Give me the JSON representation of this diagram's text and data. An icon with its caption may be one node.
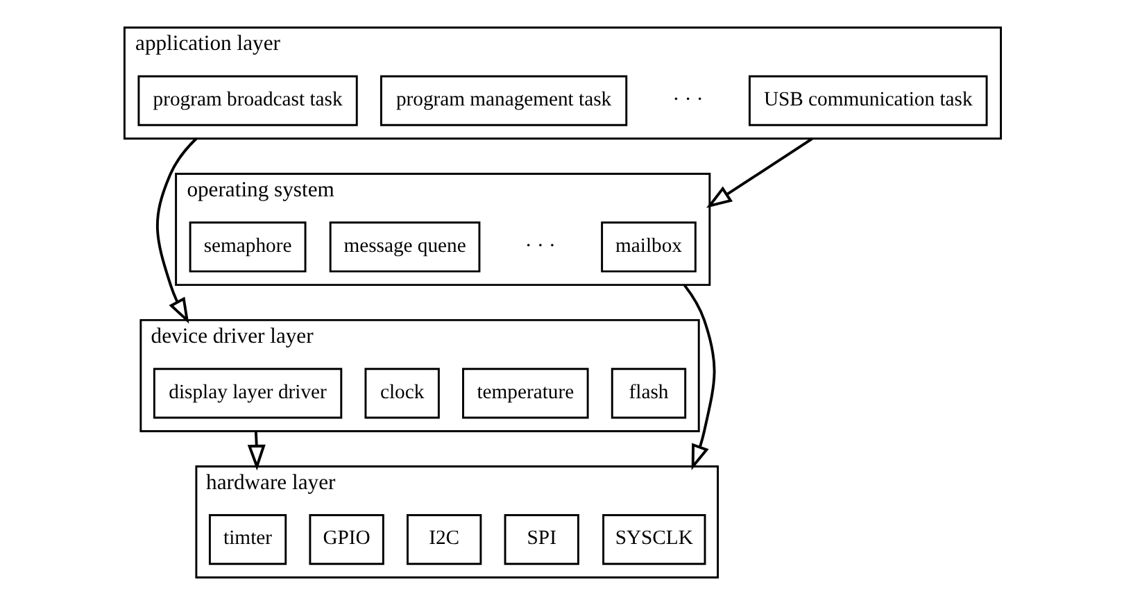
{
  "diagram": {
    "nodes": [
      {
        "text": [
          "application layer"
        ]
      },
      {
        "text": [
          "program broadcast task"
        ],
        "in": 0
      },
      {
        "text": [
          "program management task"
        ],
        "in": 0
      },
      {
        "text": [
          "USB communication task"
        ],
        "in": 0
      },
      {
        "text": [
          "operating system"
        ]
      },
      {
        "text": [
          "semaphore"
        ],
        "in": 4
      },
      {
        "text": [
          "message quene"
        ],
        "in": 4
      },
      {
        "text": [
          "mailbox"
        ],
        "in": 4
      },
      {
        "text": [
          "device driver layer"
        ]
      },
      {
        "text": [
          "display layer driver"
        ],
        "in": 8
      },
      {
        "text": [
          "clock"
        ],
        "in": 8
      },
      {
        "text": [
          "temperature"
        ],
        "in": 8
      },
      {
        "text": [
          "flash"
        ],
        "in": 8
      },
      {
        "text": [
          "hardware layer"
        ]
      },
      {
        "text": [
          "timter"
        ],
        "in": 13
      },
      {
        "text": [
          "GPIO"
        ],
        "in": 13
      },
      {
        "text": [
          "I2C"
        ],
        "in": 13
      },
      {
        "text": [
          "SPI"
        ],
        "in": 13
      },
      {
        "text": [
          "SYSCLK"
        ],
        "in": 13
      }
    ],
    "edges": [
      {
        "from": 0,
        "to": 8,
        "arrow": "to"
      },
      {
        "from": 0,
        "to": 4,
        "arrow": "to"
      },
      {
        "from": 4,
        "to": 13,
        "arrow": "to"
      },
      {
        "from": 8,
        "to": 13,
        "arrow": "to"
      }
    ],
    "labels": [
      "· · ·",
      "· · ·"
    ]
  }
}
